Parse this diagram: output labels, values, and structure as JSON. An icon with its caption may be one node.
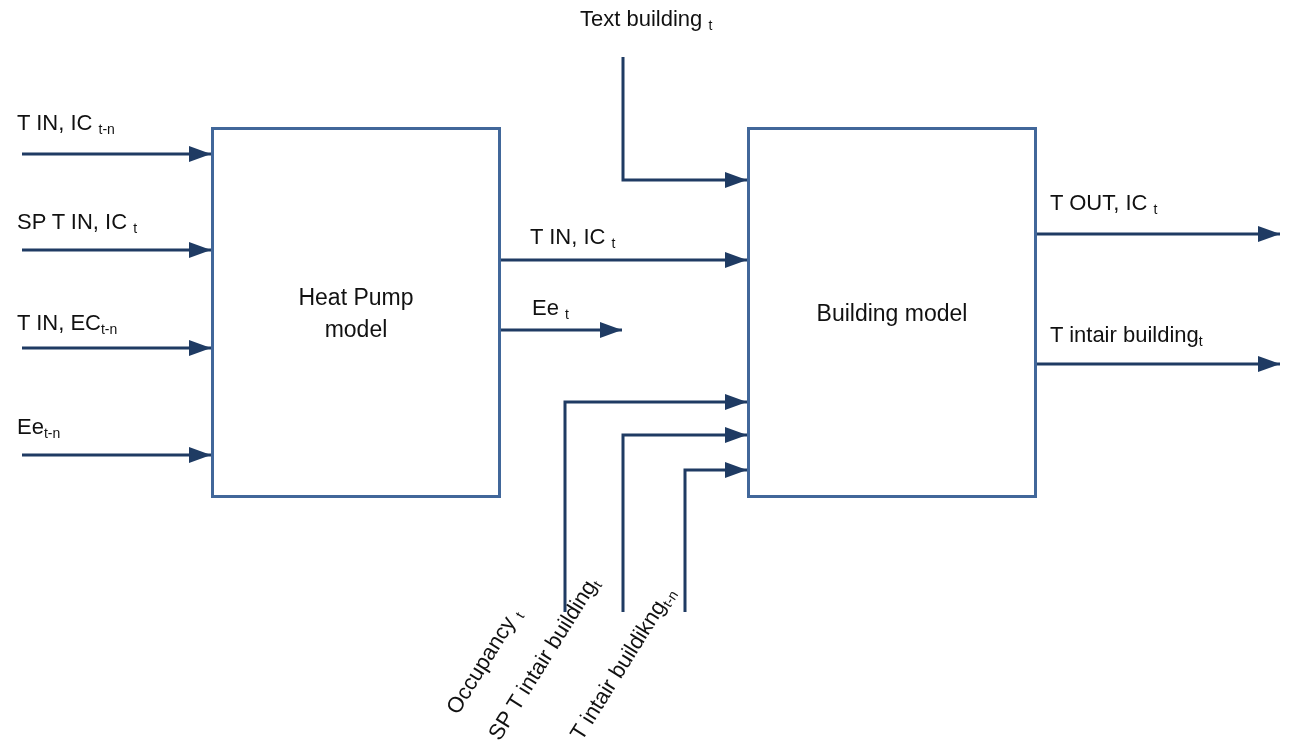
{
  "diagram": {
    "nodes": [
      {
        "text": [
          "Heat Pump model"
        ]
      },
      {
        "text": [
          "Building model"
        ]
      }
    ],
    "edges": [
      {
        "from": null,
        "to": 0,
        "arrow": "to",
        "label": "T IN, IC $_{t-n}$"
      },
      {
        "from": null,
        "to": 0,
        "arrow": "to",
        "label": "SP T IN, IC $_{t}$"
      },
      {
        "from": null,
        "to": 0,
        "arrow": "to",
        "label": "T IN, EC$_{t-n}$"
      },
      {
        "from": null,
        "to": 0,
        "arrow": "to",
        "label": "Ee$_{t-n}$"
      },
      {
        "from": null,
        "to": 1,
        "arrow": "to",
        "label": "Text building $_{t}$"
      },
      {
        "from": 0,
        "to": 1,
        "arrow": "to",
        "label": "T IN, IC $_{t}$"
      },
      {
        "from": 0,
        "to": null,
        "arrow": "to",
        "label": "Ee $_{t}$"
      },
      {
        "from": null,
        "to": 1,
        "arrow": "to",
        "label": "Occupancy $_{t}$"
      },
      {
        "from": null,
        "to": 1,
        "arrow": "to",
        "label": "SP T intair building$_{t}$"
      },
      {
        "from": null,
        "to": 1,
        "arrow": "to",
        "label": "T intair buildikng$_{t-n}$"
      },
      {
        "from": 1,
        "to": null,
        "arrow": "to",
        "label": "T OUT, IC $_{t}$"
      },
      {
        "from": 1,
        "to": null,
        "arrow": "to",
        "label": "T intair building$_{t}$"
      }
    ]
  }
}
